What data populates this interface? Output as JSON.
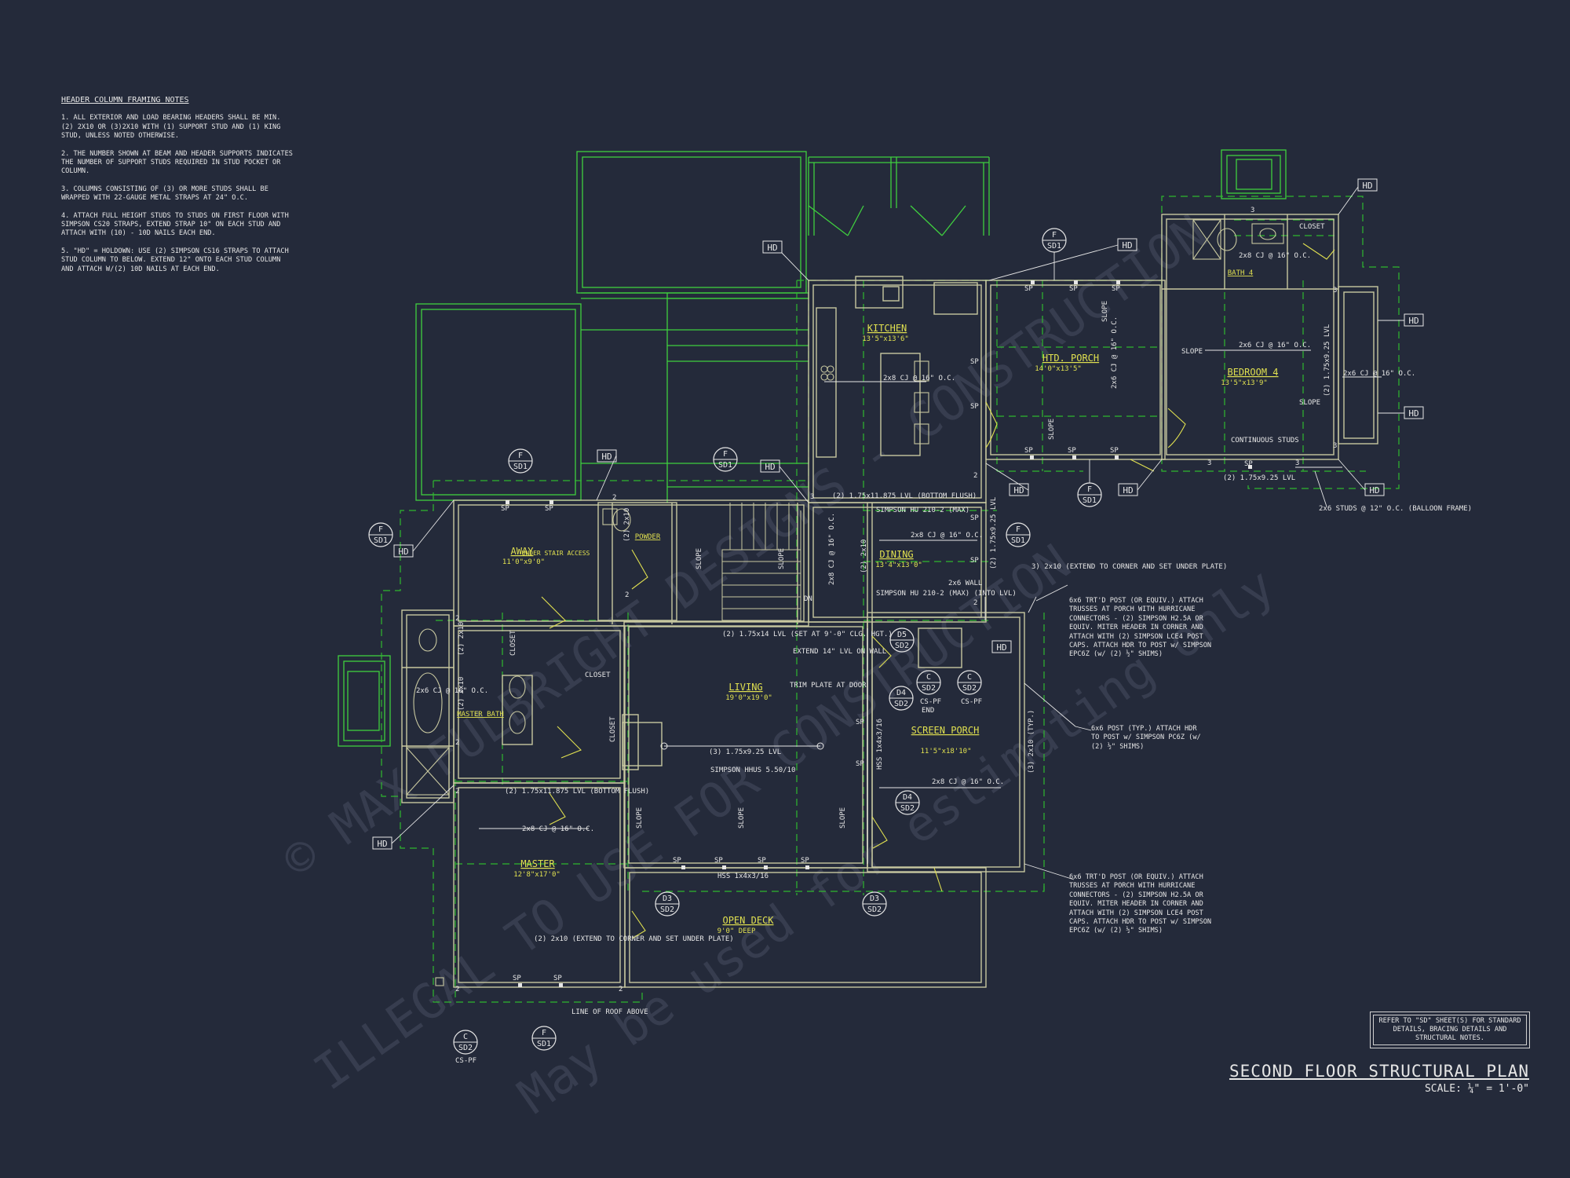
{
  "notes": {
    "title": "HEADER COLUMN FRAMING NOTES",
    "items": [
      "1. ALL EXTERIOR AND LOAD BEARING HEADERS SHALL BE MIN. (2) 2x10 OR (3)2x10 WITH (1) SUPPORT STUD AND (1) KING STUD, UNLESS NOTED OTHERWISE.",
      "2. THE NUMBER SHOWN AT BEAM AND HEADER SUPPORTS INDICATES THE NUMBER OF SUPPORT STUDS REQUIRED IN STUD POCKET OR COLUMN.",
      "3. COLUMNS CONSISTING OF (3) OR MORE STUDS SHALL BE WRAPPED WITH 22-GAUGE METAL STRAPS AT 24\" O.C.",
      "4. ATTACH FULL HEIGHT STUDS TO STUDS ON FIRST FLOOR WITH SIMPSON CS20 STRAPS, EXTEND STRAP 10\" ON EACH STUD AND ATTACH WITH (10) - 10d NAILS EACH END.",
      "5. \"HD\" = HOLDOWN: USE (2) SIMPSON CS16 STRAPS TO ATTACH STUD COLUMN TO BELOW. EXTEND 12\" ONTO EACH STUD COLUMN AND ATTACH w/(2) 10d NAILS AT EACH END."
    ]
  },
  "title_block": {
    "title": "SECOND FLOOR STRUCTURAL PLAN",
    "scale": "SCALE: ¼\" = 1'-0\""
  },
  "refer_note": "REFER TO \"SD\" SHEET(S) FOR STANDARD DETAILS, BRACING DETAILS AND STRUCTURAL NOTES.",
  "watermark": {
    "line1": "© MAX FULBRIGHT DESIGNS - CONSTRUCTION",
    "line2": "ILLEGAL TO USE FOR CONSTRUCTION",
    "line3": "May be used for estimating only"
  },
  "colors": {
    "background": "#242a3a",
    "wall": "#c8c8a0",
    "framing_green": "#3fcf3f",
    "dash_green": "#2fb82f",
    "room_label": "#e0e050",
    "annotation": "#e6e6e6"
  },
  "rooms": {
    "kitchen": {
      "name": "KITCHEN",
      "dim": "13'5\"x13'6\""
    },
    "htd_porch": {
      "name": "HTD. PORCH",
      "dim": "14'0\"x13'5\""
    },
    "bedroom4": {
      "name": "BEDROOM 4",
      "dim": "13'5\"x13'9\""
    },
    "bath4": {
      "name": "BATH 4"
    },
    "away": {
      "name": "AWAY",
      "dim": "11'0\"x9'0\""
    },
    "powder": {
      "name": "POWDER"
    },
    "dining": {
      "name": "DINING",
      "dim": "13'4\"x13'0\""
    },
    "living": {
      "name": "LIVING",
      "dim": "19'0\"x19'0\""
    },
    "screen_porch": {
      "name": "SCREEN PORCH",
      "dim": "11'5\"x18'10\""
    },
    "master_bath": {
      "name": "MASTER BATH"
    },
    "master": {
      "name": "MASTER",
      "dim": "12'8\"x17'0\""
    },
    "open_deck": {
      "name": "OPEN DECK",
      "dim": "9'0\" DEEP"
    }
  },
  "labels": {
    "closet": "CLOSET",
    "under_stair": "UNDER STAIR ACCESS",
    "slope": "SLOPE",
    "sp": "SP",
    "hd": "HD",
    "cj_2x8_16": "2x8 CJ @ 16\" O.C.",
    "cj_2x6_16": "2x6 CJ @ 16\" O.C.",
    "lvl_bottom_flush_top": "(2) 1.75x11.875 LVL (BOTTOM FLUSH)",
    "lvl_bottom_flush_master": "(2) 1.75x11.875 LVL (BOTTOM FLUSH)",
    "lvl_925_bed": "(2) 1.75x9.25 LVL",
    "lvl_925_vert": "(2) 1.75x9.25 LVL",
    "lvl_925_living": "(3) 1.75x9.25 LVL",
    "lvl_14": "(2) 1.75x14 LVL (SET AT 9'-0\" CLG. HGT.)",
    "extend_14": "EXTEND 14\" LVL ON WALL",
    "trim_plate": "TRIM PLATE AT DOOR",
    "simpson_hu210_max": "SIMPSON HU 210-2 (MAX)",
    "simpson_hu210_into": "SIMPSON HU 210-2 (MAX) (INTO LVL)",
    "simpson_hhus": "SIMPSON HHUS 5.50/10",
    "hss_1": "HSS 1x4x3/16",
    "hss_2": "HSS 1x4x3/16",
    "x2x10_extend": "3) 2x10 (EXTEND TO CORNER AND SET UNDER PLATE)",
    "x2x10_extend_master": "(2) 2x10 (EXTEND TO CORNER AND SET UNDER PLATE)",
    "wall_2x6": "2x6 WALL",
    "continuous_studs": "CONTINUOUS STUDS",
    "studs_balloon": "2x6 STUDS @ 12\" O.C. (BALLOON FRAME)",
    "x3_2x10_typ": "(3) 2x10 (TYP.)",
    "line_of_roof": "LINE OF ROOF ABOVE",
    "cs_pf": "CS-PF",
    "end": "END",
    "dn": "DN",
    "x2_2x10": "(2) 2x10",
    "post_note_top": "6x6 TRT'D POST (OR EQUIV.) ATTACH TRUSSES AT PORCH WITH HURRICANE CONNECTORS - (2) SIMPSON H2.5A OR EQUIV. MITER HEADER IN CORNER AND ATTACH WITH (2) SIMPSON LCE4 POST CAPS. ATTACH HDR TO POST w/ SIMPSON EPC6Z (w/ (2) ½\" SHIMS)",
    "post_note_mid": "6x6 POST (TYP.) ATTACH HDR TO POST w/ SIMPSON PC6Z (w/ (2) ½\" SHIMS)",
    "post_note_bottom": "6x6 TRT'D POST (OR EQUIV.) ATTACH TRUSSES AT PORCH WITH HURRICANE CONNECTORS - (2) SIMPSON H2.5A OR EQUIV. MITER HEADER IN CORNER AND ATTACH WITH (2) SIMPSON LCE4 POST CAPS. ATTACH HDR TO POST w/ SIMPSON EPC6Z (w/ (2) ½\" SHIMS)"
  },
  "callouts": {
    "f": "F",
    "sd1": "SD1",
    "d5": "D5",
    "d4": "D4",
    "d3": "D3",
    "c": "C",
    "sd2": "SD2",
    "n2": "2",
    "n3": "3"
  }
}
